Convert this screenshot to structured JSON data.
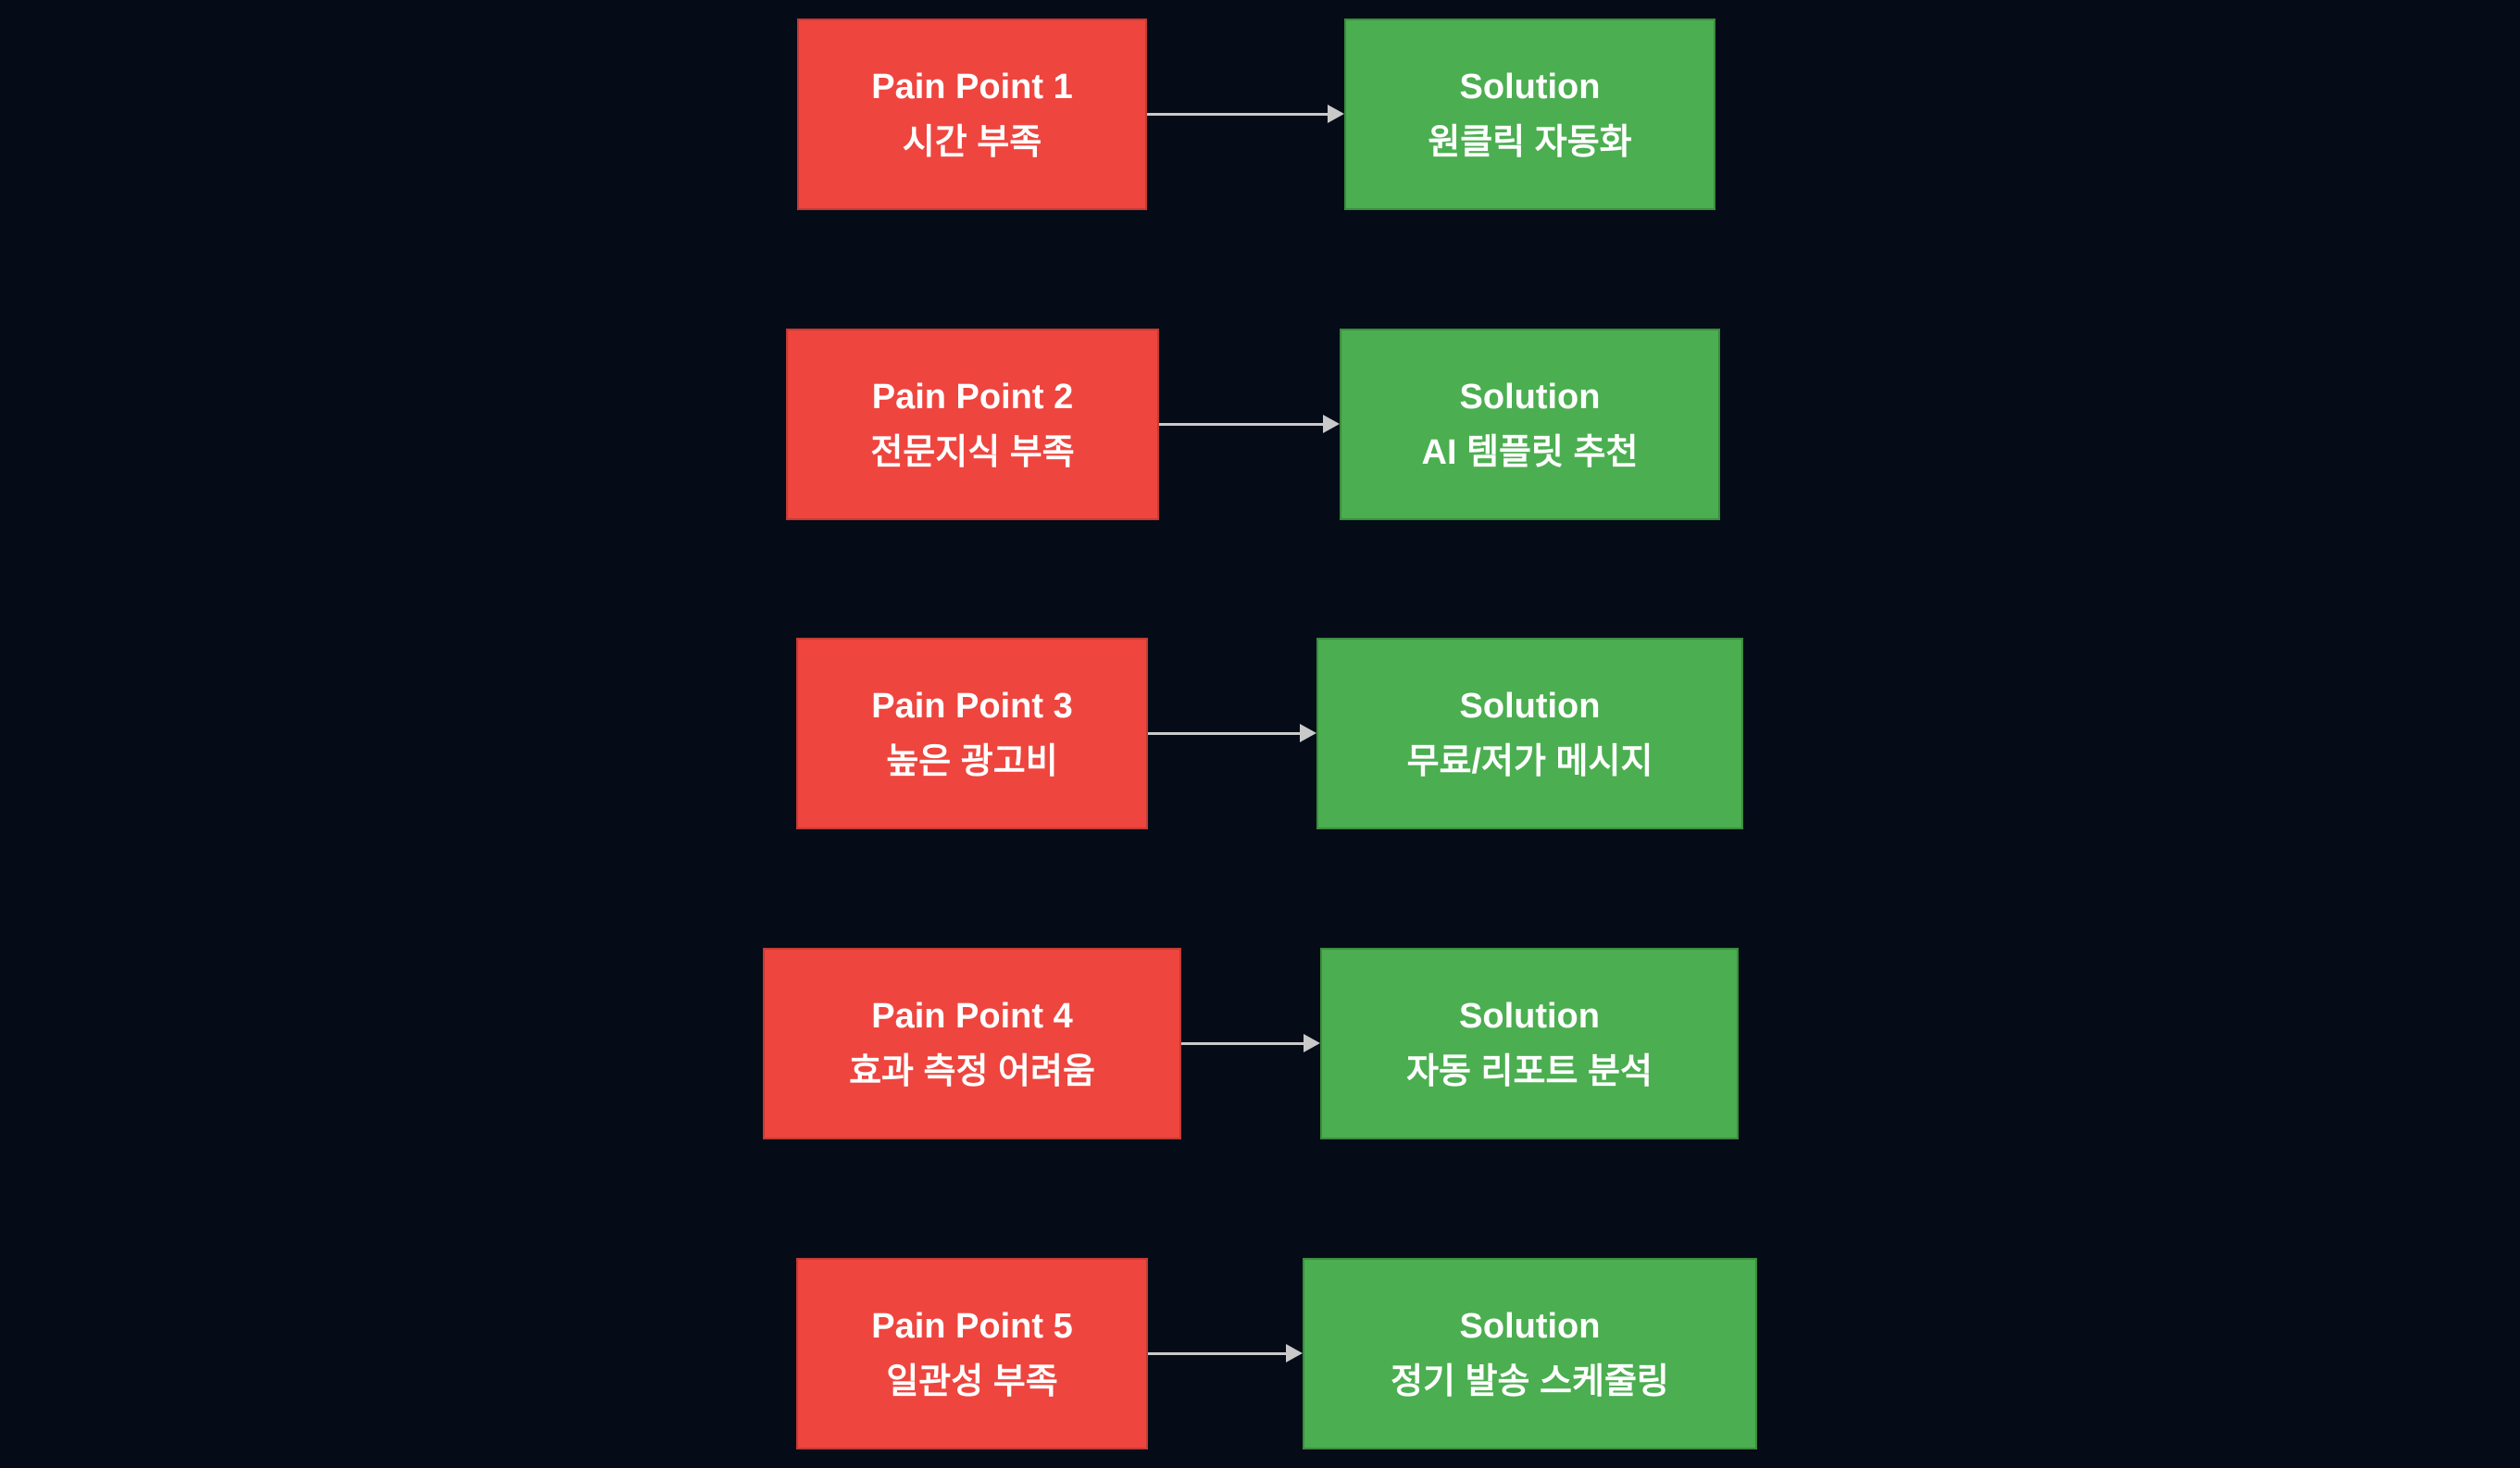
{
  "diagram": {
    "rows": [
      {
        "pain": {
          "title": "Pain Point 1",
          "subtitle": "시간 부족"
        },
        "solution": {
          "title": "Solution",
          "subtitle": "원클릭 자동화"
        }
      },
      {
        "pain": {
          "title": "Pain Point 2",
          "subtitle": "전문지식 부족"
        },
        "solution": {
          "title": "Solution",
          "subtitle": "AI 템플릿 추천"
        }
      },
      {
        "pain": {
          "title": "Pain Point 3",
          "subtitle": "높은 광고비"
        },
        "solution": {
          "title": "Solution",
          "subtitle": "무료/저가 메시지"
        }
      },
      {
        "pain": {
          "title": "Pain Point 4",
          "subtitle": "효과 측정 어려움"
        },
        "solution": {
          "title": "Solution",
          "subtitle": "자동 리포트 분석"
        }
      },
      {
        "pain": {
          "title": "Pain Point 5",
          "subtitle": "일관성 부족"
        },
        "solution": {
          "title": "Solution",
          "subtitle": "정기 발송 스케줄링"
        }
      }
    ]
  },
  "colors": {
    "background": "#050b17",
    "pain_fill": "#ee453f",
    "pain_border": "#c23b35",
    "solution_fill": "#4bae50",
    "solution_border": "#3b8c3f",
    "arrow": "#c9c9c9",
    "text": "#ffffff"
  }
}
